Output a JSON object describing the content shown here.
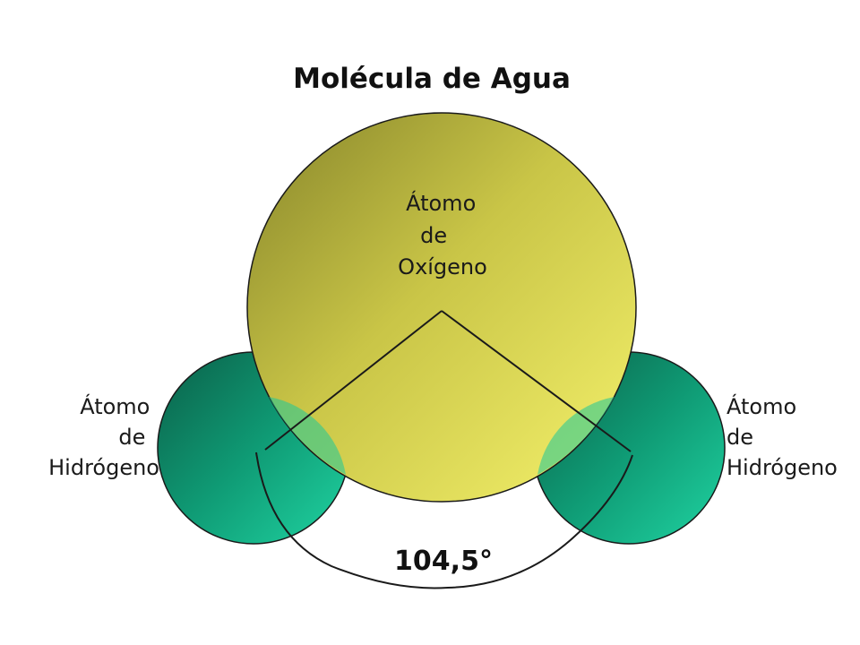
{
  "title": "Molécula de Agua",
  "oxygen": {
    "lines": [
      "Átomo",
      "de",
      "Oxígeno"
    ]
  },
  "hydrogen_left": {
    "lines": [
      "Átomo",
      "de",
      "Hidrógeno"
    ]
  },
  "hydrogen_right": {
    "lines": [
      "Átomo",
      "de",
      "Hidrógeno"
    ]
  },
  "angle": "104,5°",
  "colors": {
    "oxygen_light": "#f4f06a",
    "oxygen_dark": "#8c8a2a",
    "hydrogen_light": "#1fd0a0",
    "hydrogen_dark": "#0a5a45",
    "outline": "#1a1a1a"
  }
}
